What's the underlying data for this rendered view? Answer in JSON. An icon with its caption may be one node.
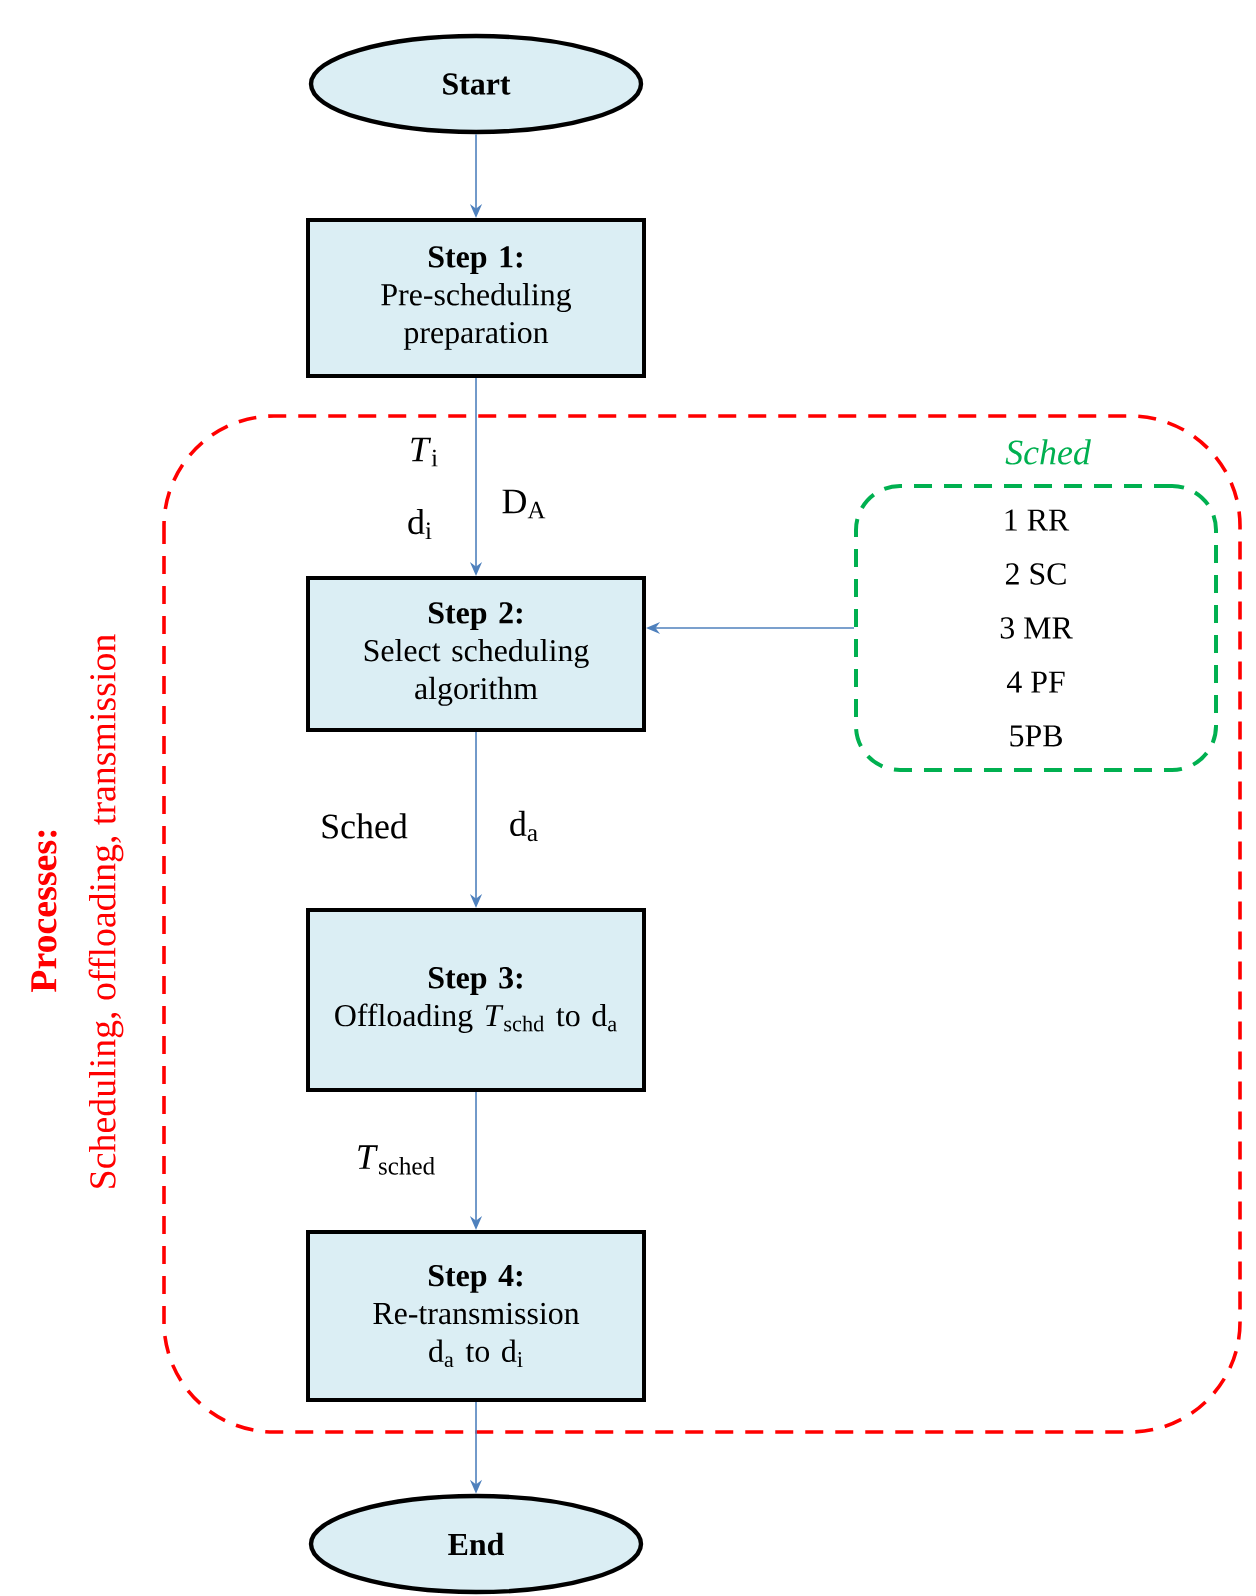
{
  "diagram": {
    "nodes": [
      {
        "text": [
          "Start"
        ]
      },
      {
        "text": [
          "Step 1:",
          "Pre-scheduling preparation"
        ]
      },
      {
        "text": [
          "Processes:",
          "Scheduling, offloading, transmission"
        ]
      },
      {
        "text": [
          "Step 2:",
          "Select scheduling algorithm"
        ],
        "in": 2
      },
      {
        "text": [
          "Sched",
          "1 RR",
          "2 SC",
          "3 MR",
          "4 PF",
          "5PB"
        ],
        "in": 2
      },
      {
        "text": [
          "Step 3:",
          "Offloading *T*$_{schd}$ to d$_{a}$"
        ],
        "in": 2
      },
      {
        "text": [
          "Step 4:",
          "Re-transmission d$_{a}$ to d$_{i}$"
        ],
        "in": 2
      },
      {
        "text": [
          "End"
        ]
      }
    ],
    "edges": [
      {
        "from": 0,
        "to": 1,
        "arrow": "to"
      },
      {
        "from": 1,
        "to": 3,
        "arrow": "to"
      },
      {
        "from": 4,
        "to": 3,
        "arrow": "to"
      },
      {
        "from": 3,
        "to": 5,
        "arrow": "to"
      },
      {
        "from": 5,
        "to": 6,
        "arrow": "to"
      },
      {
        "from": 6,
        "to": 7,
        "arrow": "to"
      }
    ],
    "labels": [
      "*T*$_{i}$",
      "D$_{A}$",
      "d$_{i}$",
      "Sched",
      "d$_{a}$",
      "*T*$_{sched}$"
    ]
  }
}
